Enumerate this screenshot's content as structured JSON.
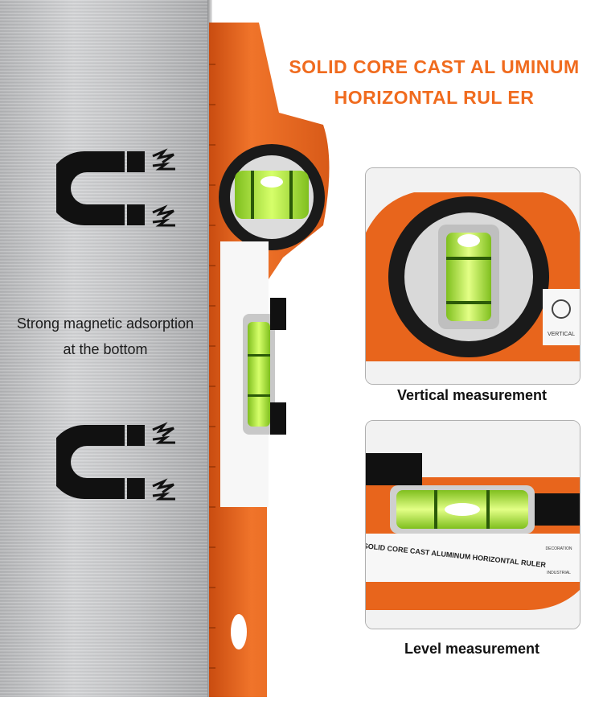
{
  "title": {
    "line1": "SOLID CORE CAST AL UMINUM",
    "line2": "HORIZONTAL RUL ER"
  },
  "magnet_caption": {
    "line1": "Strong magnetic adsorption",
    "line2": "at the bottom"
  },
  "panels": [
    {
      "caption": "Vertical measurement"
    },
    {
      "caption": "Level measurement"
    }
  ],
  "level_label": "SOLID CORE CAST ALUMINUM HORIZONTAL RULER",
  "icon_labels": {
    "vertical": "VERTICAL",
    "decoration": "DECORATION",
    "industrial": "INDUSTRIAL"
  },
  "colors": {
    "accent": "#f06b1e",
    "level_body": "#e8651c",
    "bubble": "#b8f23a"
  }
}
